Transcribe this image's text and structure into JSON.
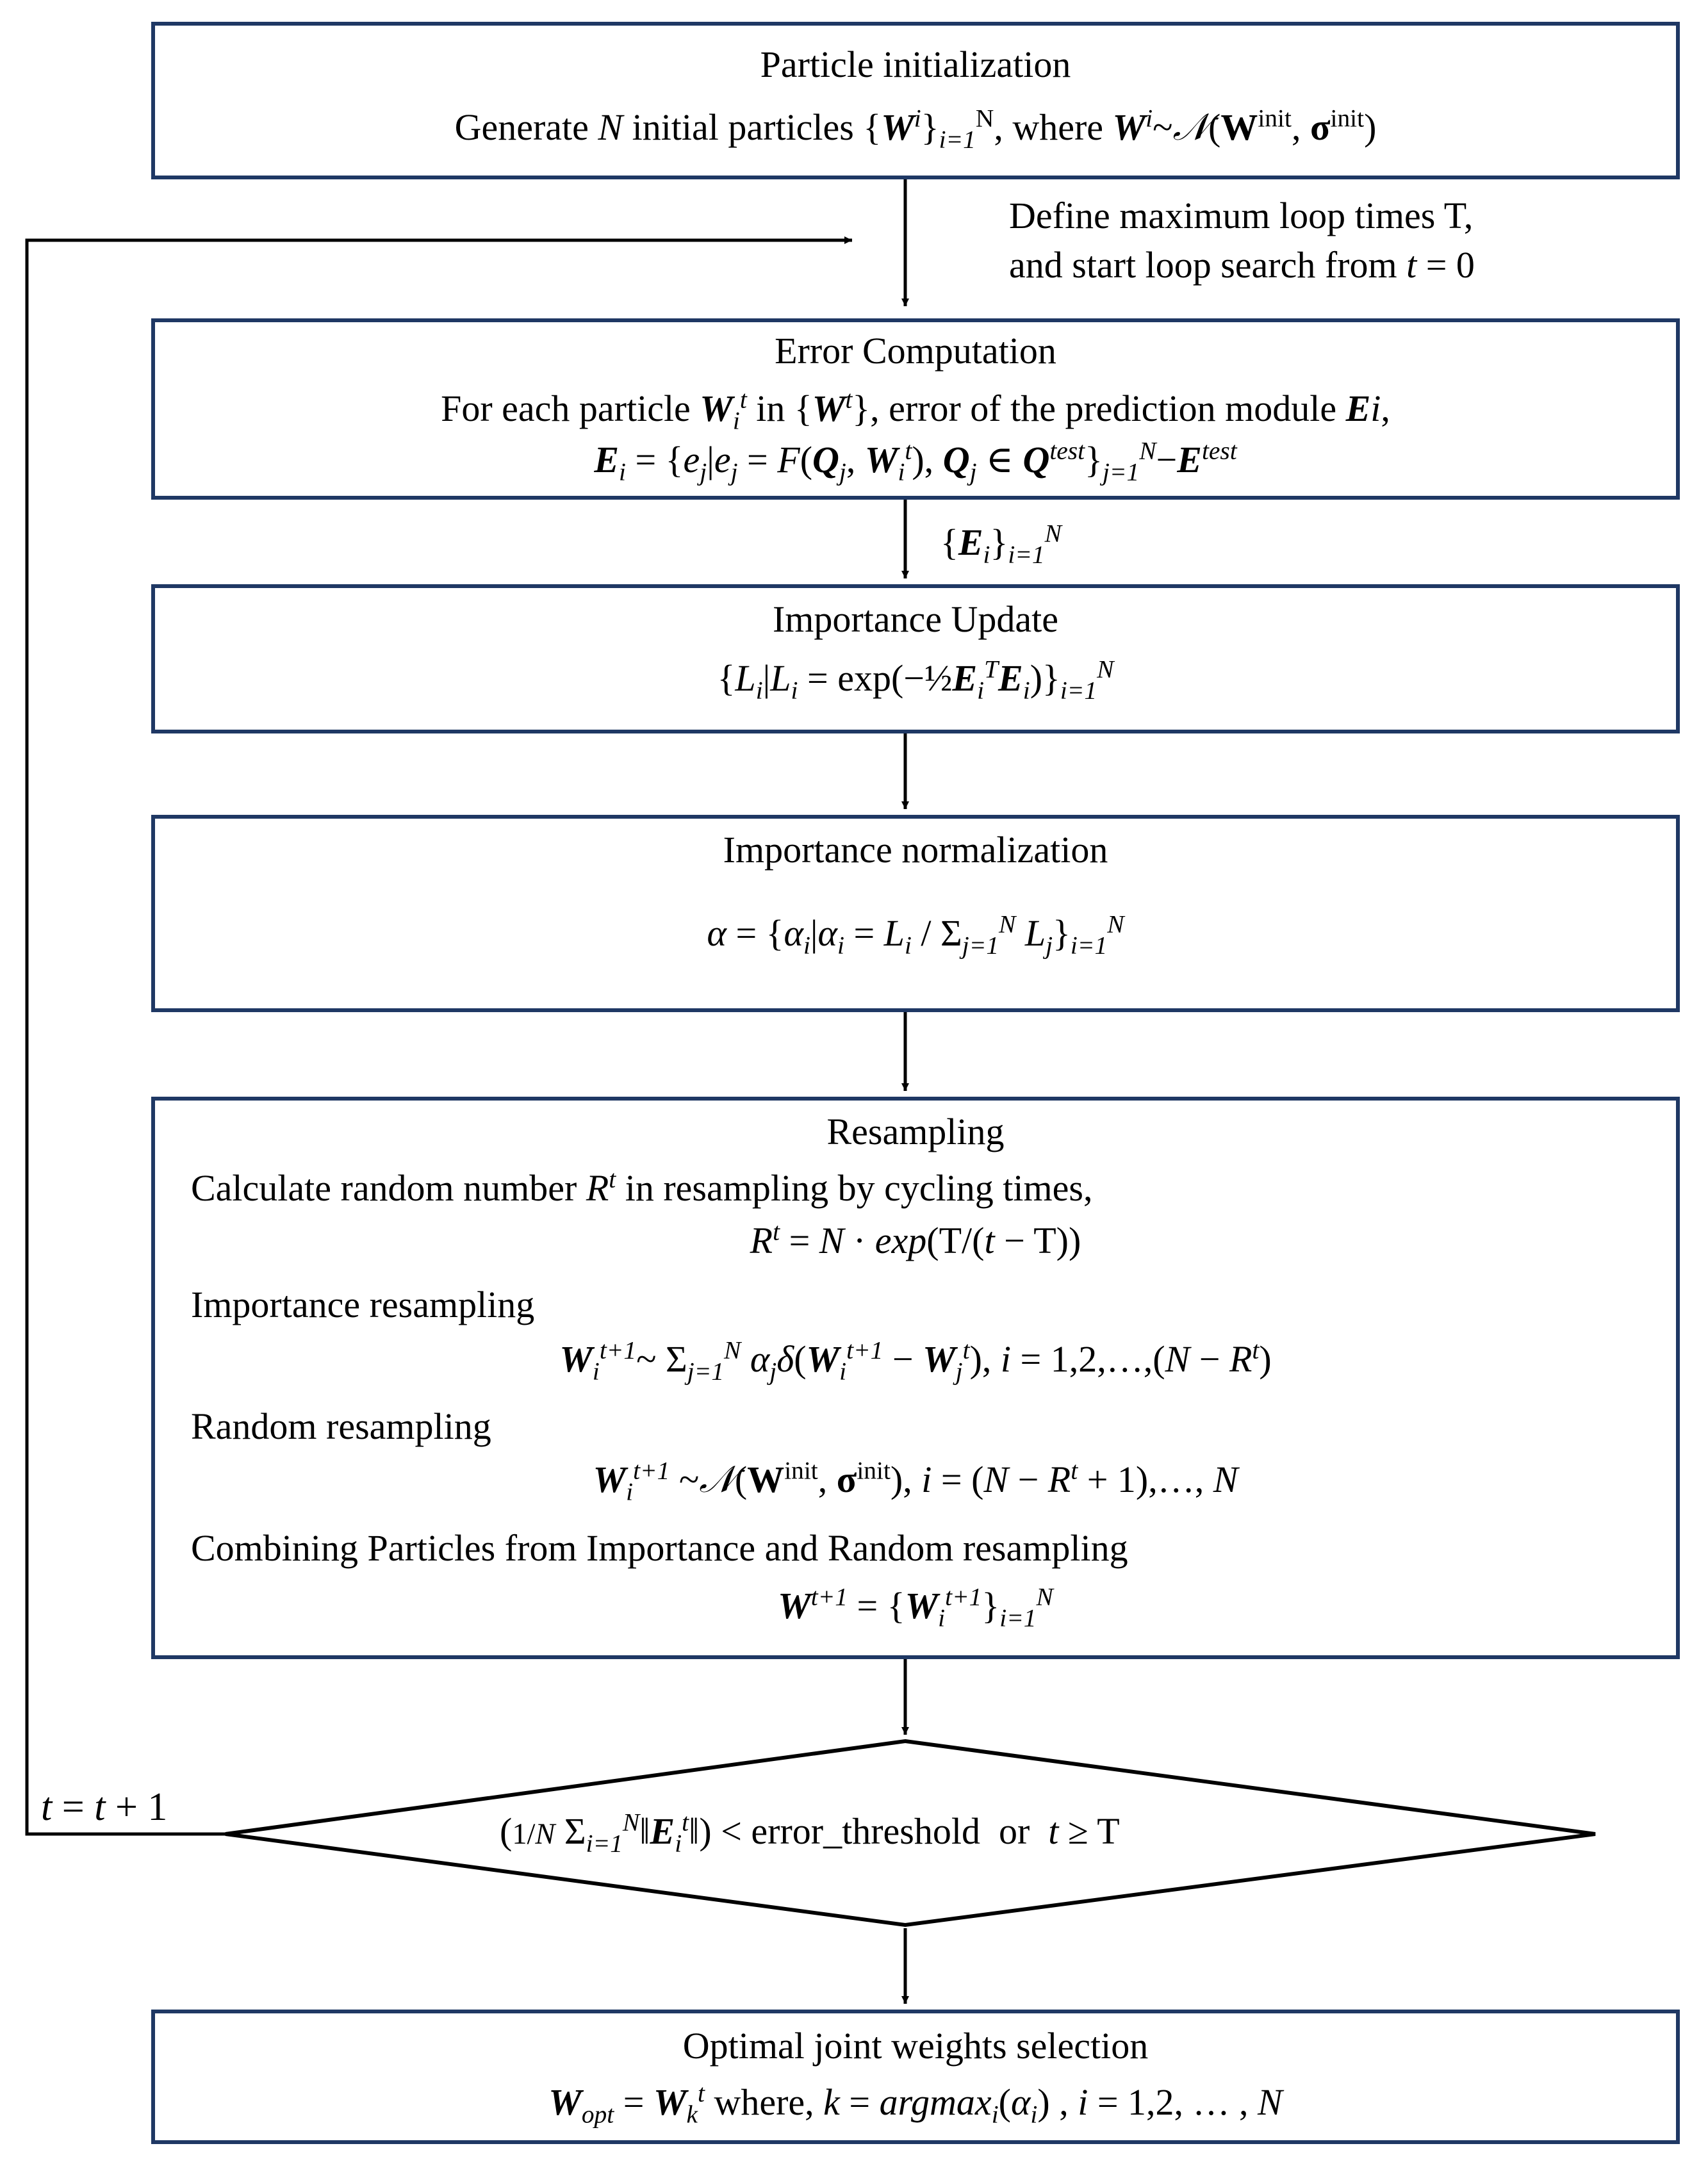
{
  "colors": {
    "box_border": "#1f3864",
    "line": "#000000",
    "background": "#ffffff"
  },
  "init": {
    "title": "Particle initialization",
    "line1": "Generate N initial particles {Wⁱ}ᴺᵢ₌₁, where Wⁱ~𝒩(Wⁱⁿⁱᵗ, σⁱⁿⁱᵗ)"
  },
  "loop_note": {
    "line1": "Define maximum loop times T,",
    "line2": "and start loop search from t = 0"
  },
  "error": {
    "title": "Error Computation",
    "line1": "For each particle Wᵢᵗ in {Wᵗ}, error of the prediction module Ei,",
    "line2": "Eᵢ = {eⱼ|eⱼ = F(Qⱼ, Wᵢᵗ), Qⱼ ∈ Qᵗᵉˢᵗ}ᴺⱼ₌₁−Eᵗᵉˢᵗ"
  },
  "arrow_label": "{Eᵢ}ᴺᵢ₌₁",
  "importance_update": {
    "title": "Importance Update",
    "line1": "{Lᵢ|Lᵢ = exp(−½EᵢᵀEᵢ)}ᴺᵢ₌₁"
  },
  "normalization": {
    "title": "Importance normalization",
    "line1": "α = {αᵢ|αᵢ = Lᵢ / Σᴺⱼ₌₁ Lⱼ}ᴺᵢ₌₁"
  },
  "resampling": {
    "title": "Resampling",
    "l1": "Calculate random number Rᵗ in resampling by cycling times,",
    "l2": "Rᵗ = N · exp(T/(t − T))",
    "l3": "Importance resampling",
    "l4": "Wᵢᵗ⁺¹~ Σᴺⱼ₌₁ αⱼδ(Wᵢᵗ⁺¹ − Wⱼᵗ), i = 1,2,…,(N − Rᵗ)",
    "l5": "Random resampling",
    "l6": "Wᵢᵗ⁺¹ ~𝒩(Wⁱⁿⁱᵗ, σⁱⁿⁱᵗ), i = (N − Rᵗ + 1),…, N",
    "l7": "Combining Particles from Importance and Random resampling",
    "l8": "Wᵗ⁺¹ = {Wᵢᵗ⁺¹}ᴺᵢ₌₁"
  },
  "decision": {
    "condition": "((1/N) Σᴺᵢ₌₁‖Eᵢᵗ‖) < error_threshold or t ≥ T",
    "loop_label": "t = t + 1"
  },
  "optimal": {
    "title": "Optimal joint weights selection",
    "line1": "W_opt = Wₖᵗ where, k = argmaxᵢ(αᵢ) , i = 1,2, … , N"
  }
}
